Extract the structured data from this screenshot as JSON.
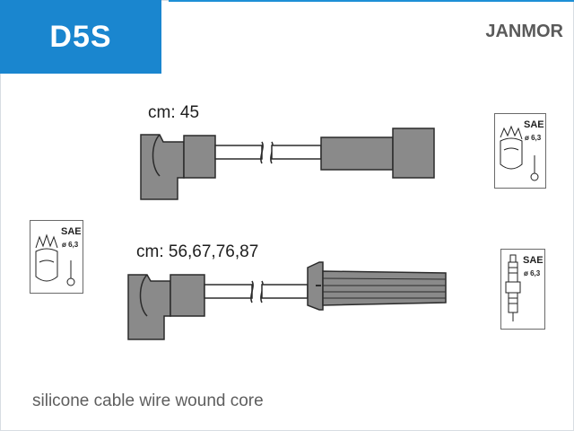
{
  "header": {
    "code": "D5S",
    "brand": "JANMOR"
  },
  "wires": [
    {
      "length_label": "cm: 45"
    },
    {
      "length_label": "cm: 56,67,76,87"
    }
  ],
  "icons": {
    "sae_label": "SAE",
    "diameter_label": "ø 6,3"
  },
  "footer": {
    "description": "silicone cable wire wound core"
  },
  "colors": {
    "accent_blue": "#1a86cf",
    "part_grey": "#8a8a8a",
    "outline": "#2b2b2b"
  }
}
